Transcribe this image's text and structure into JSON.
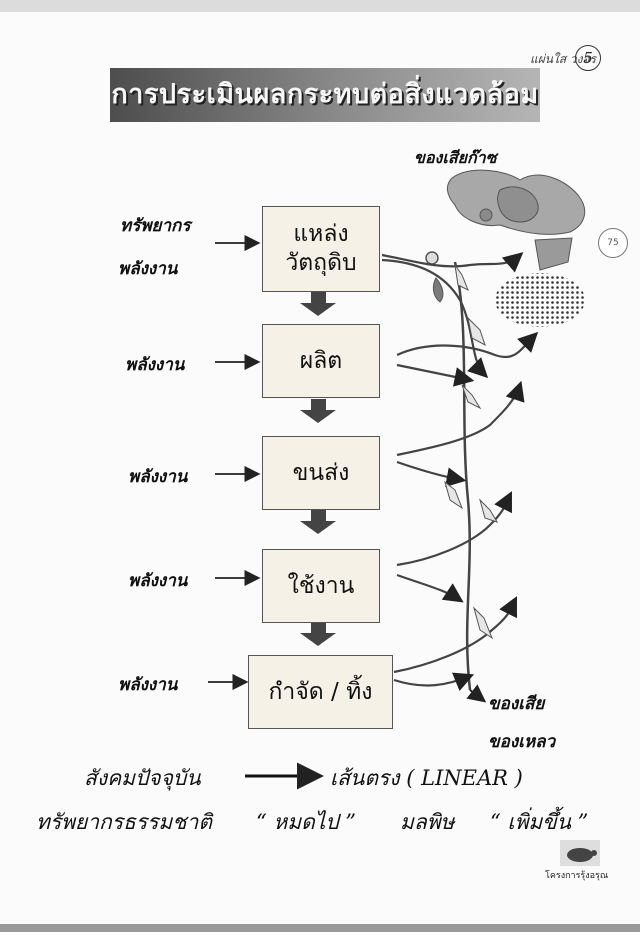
{
  "header": {
    "meta": "แผ่นใส วงจร",
    "page_number": "5",
    "side_number": "75"
  },
  "title": "การประเมินผลกระทบต่อสิ่งแวดล้อม",
  "outputs": {
    "gas_waste": "ของเสียก๊าซ",
    "liquid_waste_line1": "ของเสีย",
    "liquid_waste_line2": "ของเหลว"
  },
  "stages": [
    {
      "label": "แหล่ง\nวัตถุดิบ",
      "inputs": [
        "ทรัพยากร",
        "พลังงาน"
      ]
    },
    {
      "label": "ผลิต",
      "inputs": [
        "พลังงาน"
      ]
    },
    {
      "label": "ขนส่ง",
      "inputs": [
        "พลังงาน"
      ]
    },
    {
      "label": "ใช้งาน",
      "inputs": [
        "พลังงาน"
      ]
    },
    {
      "label": "กำจัด / ทิ้ง",
      "inputs": [
        "พลังงาน"
      ]
    }
  ],
  "footer": {
    "society": "สังคมปัจจุบัน",
    "linear": "เส้นตรง   ( LINEAR )",
    "resources": "ทรัพยากรธรรมชาติ",
    "depleted": "“ หมดไป ”",
    "pollution": "มลพิษ",
    "increase": "“ เพิ่มขึ้น ”"
  },
  "logo": {
    "text": "โครงการรุ้งอรุณ",
    "icon": "turtle-logo-icon"
  }
}
